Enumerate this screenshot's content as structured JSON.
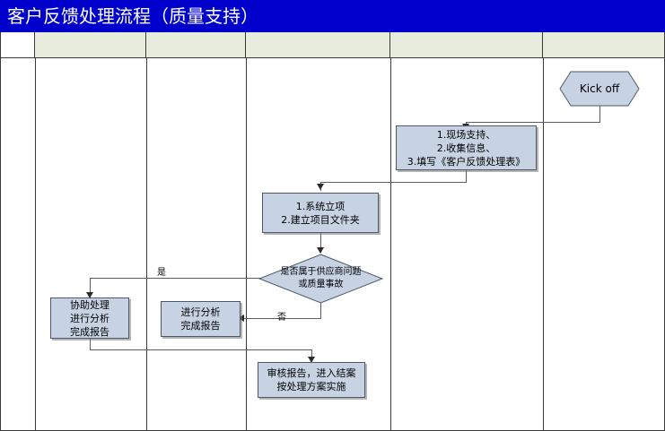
{
  "title": "客户反馈处理流程（质量支持）",
  "colors": {
    "title_bar": "#0000CC",
    "title_text": "#FFFFFF",
    "lane_header": "#E8ECDC",
    "shape_fill": "#C7D3E3",
    "shape_border": "#4A5A6A",
    "connector": "#555E68",
    "grid_line": "#3A3A3A"
  },
  "lanes": [
    {
      "label": ""
    },
    {
      "label": ""
    },
    {
      "label": ""
    },
    {
      "label": ""
    },
    {
      "label": ""
    },
    {
      "label": ""
    }
  ],
  "nodes": {
    "kick_off": {
      "label": "Kick off",
      "shape": "hexagon"
    },
    "support": {
      "label": "1.现场支持、\n2.收集信息、\n3.填写《客户反馈处理表》",
      "shape": "process"
    },
    "project": {
      "label": "1.系统立项\n2.建立项目文件夹",
      "shape": "process"
    },
    "decision": {
      "label": "是否属于供应商问题\n或质量事故",
      "shape": "diamond"
    },
    "assist": {
      "label": "协助处理\n进行分析\n完成报告",
      "shape": "process"
    },
    "analyze": {
      "label": "进行分析\n完成报告",
      "shape": "process"
    },
    "review": {
      "label": "审核报告，进入结案\n按处理方案实施",
      "shape": "process"
    }
  },
  "edge_labels": {
    "yes": "是",
    "no": "否"
  }
}
